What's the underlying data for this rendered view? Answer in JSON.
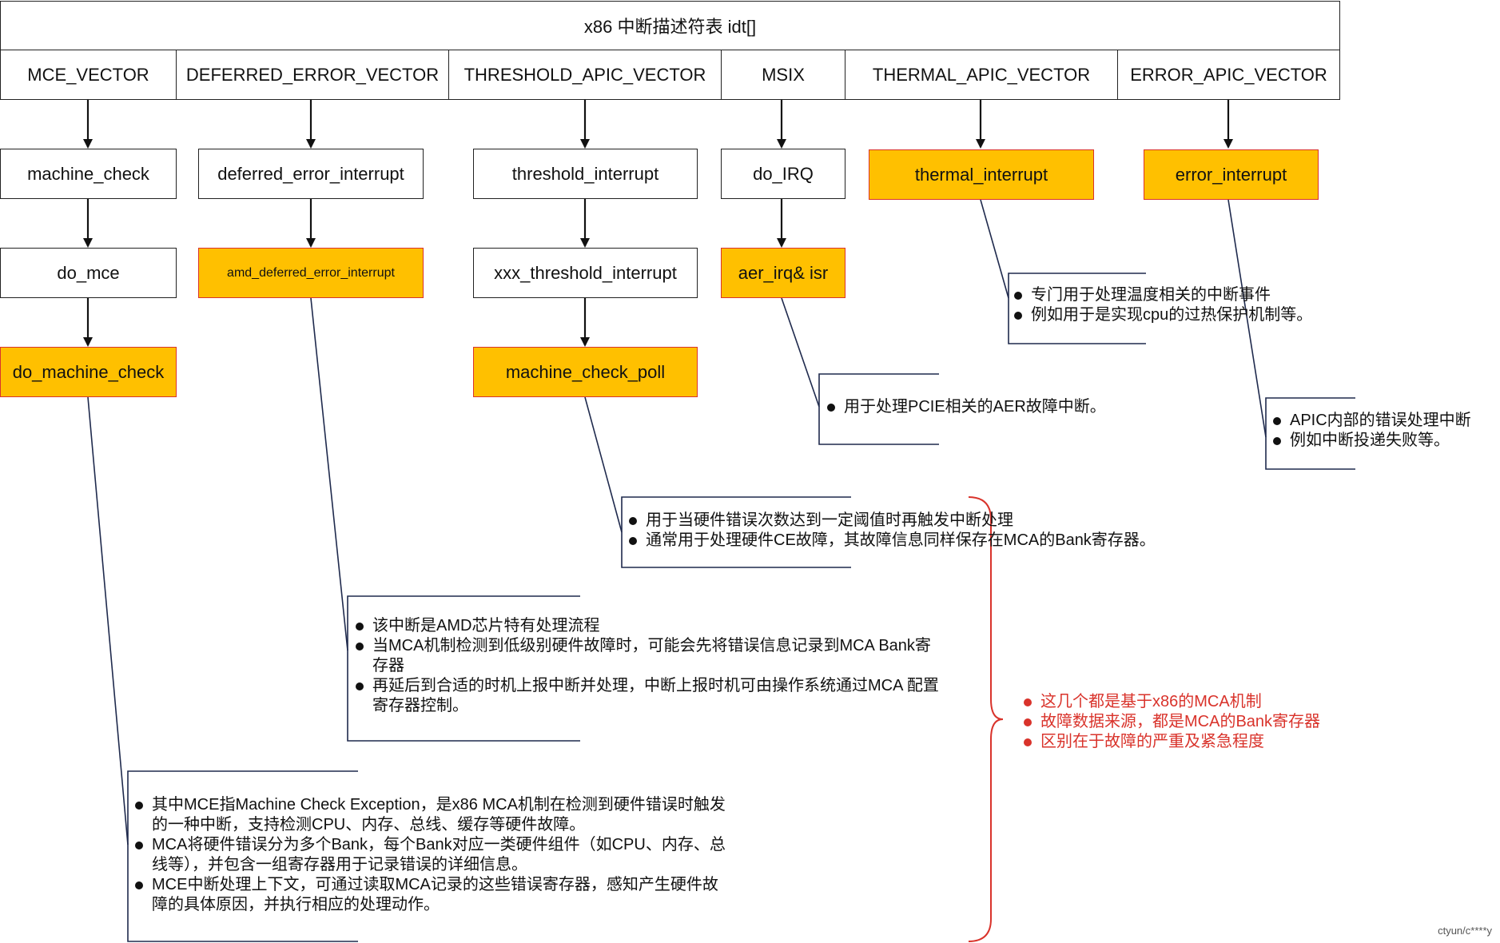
{
  "title": "x86 中断描述符表 idt[]",
  "vectors": [
    "MCE_VECTOR",
    "DEFERRED_ERROR_VECTOR",
    "THRESHOLD_APIC_VECTOR",
    "MSIX",
    "THERMAL_APIC_VECTOR",
    "ERROR_APIC_VECTOR"
  ],
  "handlers": {
    "machine_check": "machine_check",
    "do_mce": "do_mce",
    "do_machine_check": "do_machine_check",
    "deferred_error_interrupt": "deferred_error_interrupt",
    "amd_deferred_error_interrupt": "amd_deferred_error_interrupt",
    "threshold_interrupt": "threshold_interrupt",
    "xxx_threshold_interrupt": "xxx_threshold_interrupt",
    "machine_check_poll": "machine_check_poll",
    "do_irq": "do_IRQ",
    "aer_irq_isr": "aer_irq& isr",
    "thermal_interrupt": "thermal_interrupt",
    "error_interrupt": "error_interrupt"
  },
  "notes": {
    "thermal": [
      "专门用于处理温度相关的中断事件",
      "例如用于是实现cpu的过热保护机制等。"
    ],
    "aer": [
      "用于处理PCIE相关的AER故障中断。"
    ],
    "apic_error": [
      "APIC内部的错误处理中断",
      "例如中断投递失败等。"
    ],
    "threshold": [
      "用于当硬件错误次数达到一定阈值时再触发中断处理",
      "通常用于处理硬件CE故障，其故障信息同样保存在MCA的Bank寄存器。"
    ],
    "amd_deferred": [
      "该中断是AMD芯片特有处理流程",
      "当MCA机制检测到低级别硬件故障时，可能会先将错误信息记录到MCA Bank寄存器",
      "再延后到合适的时机上报中断并处理，中断上报时机可由操作系统通过MCA 配置寄存器控制。"
    ],
    "mce": [
      "其中MCE指Machine Check Exception，是x86 MCA机制在检测到硬件错误时触发的一种中断，支持检测CPU、内存、总线、缓存等硬件故障。",
      "MCA将硬件错误分为多个Bank，每个Bank对应一类硬件组件（如CPU、内存、总线等），并包含一组寄存器用于记录错误的详细信息。",
      "MCE中断处理上下文，可通过读取MCA记录的这些错误寄存器，感知产生硬件故障的具体原因，并执行相应的处理动作。"
    ],
    "summary": [
      "这几个都是基于x86的MCA机制",
      "故障数据来源，都是MCA的Bank寄存器",
      "区别在于故障的严重及紧急程度"
    ]
  },
  "watermark": "ctyun/c****y",
  "colors": {
    "highlight_fill": "#ffc000",
    "highlight_border": "#d9332b",
    "annotation_red": "#d9332b",
    "connector_line": "#1f2a4d"
  }
}
